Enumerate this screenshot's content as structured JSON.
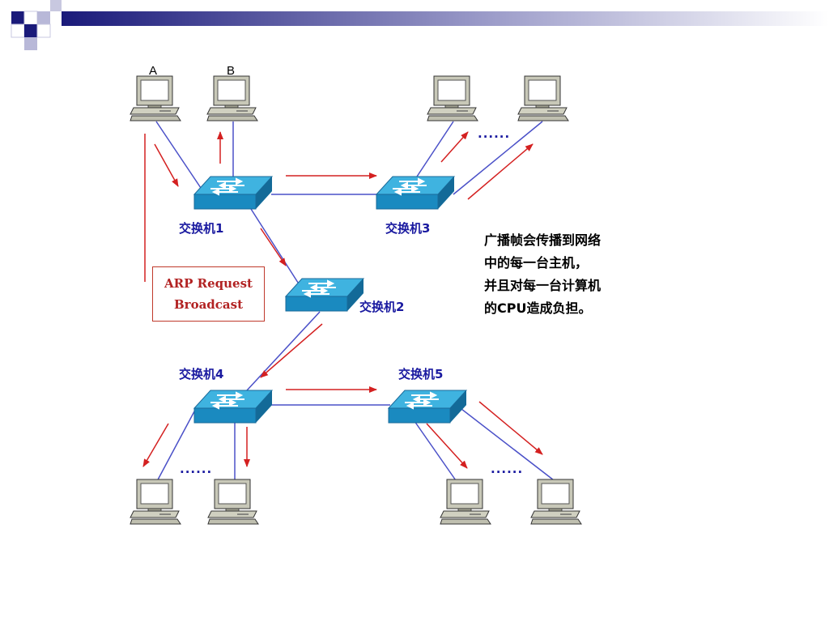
{
  "header": {
    "accent_color": "#1a1a7a"
  },
  "pcs": [
    {
      "id": "pc-a",
      "label": "A"
    },
    {
      "id": "pc-b",
      "label": "B"
    },
    {
      "id": "pc-sw3-1",
      "label": ""
    },
    {
      "id": "pc-sw3-2",
      "label": ""
    },
    {
      "id": "pc-sw4-1",
      "label": ""
    },
    {
      "id": "pc-sw4-2",
      "label": ""
    },
    {
      "id": "pc-sw5-1",
      "label": ""
    },
    {
      "id": "pc-sw5-2",
      "label": ""
    }
  ],
  "switches": {
    "sw1": "交换机1",
    "sw2": "交换机2",
    "sw3": "交换机3",
    "sw4": "交换机4",
    "sw5": "交换机5"
  },
  "ellipsis": "......",
  "arp_box": {
    "line1": "ARP Request",
    "line2": "Broadcast"
  },
  "note": {
    "line1": "广播帧会传播到网络",
    "line2": "中的每一台主机，",
    "line3": "并且对每一台计算机",
    "line4": "的CPU造成负担。"
  },
  "colors": {
    "link": "#4a50c8",
    "arrow": "#d42020",
    "switch_top": "#3fb3e0",
    "switch_front": "#1a8ac0"
  }
}
